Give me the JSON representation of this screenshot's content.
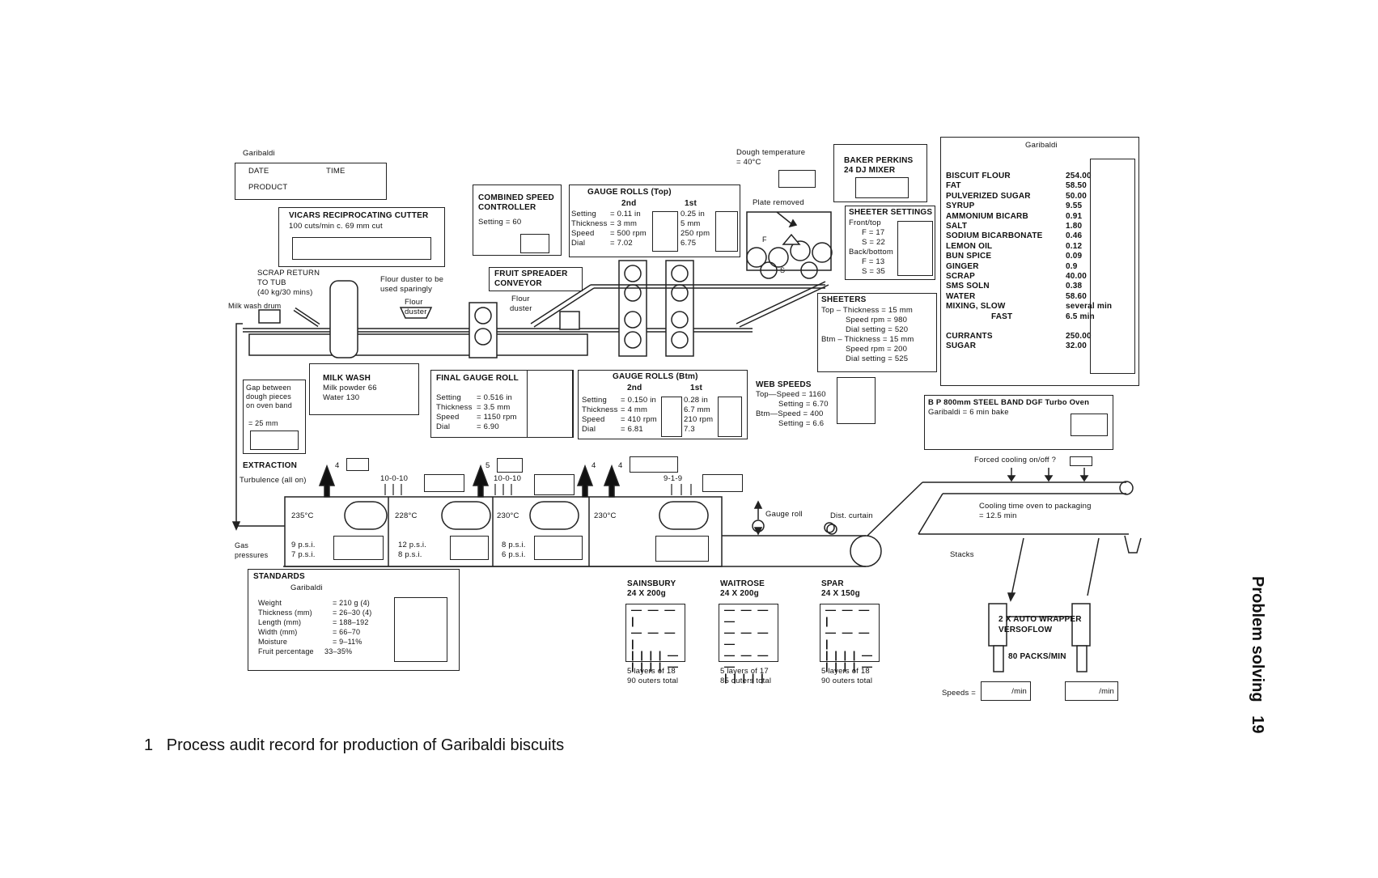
{
  "left_header": {
    "product_name": "Garibaldi",
    "date": "DATE",
    "time": "TIME",
    "product": "PRODUCT"
  },
  "cutter": {
    "title": "VICARS RECIPROCATING CUTTER",
    "sub": "100 cuts/min c. 69 mm cut"
  },
  "scrap": {
    "l1": "SCRAP RETURN",
    "l2": "TO TUB",
    "l3": "(40 kg/30 mins)"
  },
  "milk_wash_drum": "Milk wash drum",
  "flour_note": {
    "l1": "Flour duster to be",
    "l2": "used sparingly"
  },
  "flour_duster": {
    "l1": "Flour",
    "l2": "duster"
  },
  "flour_duster2": {
    "l1": "Flour",
    "l2": "duster"
  },
  "combined_speed": {
    "l1": "COMBINED SPEED",
    "l2": "CONTROLLER",
    "setting": "Setting = 60"
  },
  "fruit_spreader": {
    "l1": "FRUIT SPREADER",
    "l2": "CONVEYOR"
  },
  "gauge_top": {
    "title": "GAUGE ROLLS (Top)",
    "col2": "2nd",
    "col1": "1st",
    "rows": [
      [
        "Setting",
        "= 0.11 in",
        "0.25 in"
      ],
      [
        "Thickness",
        "= 3 mm",
        "5 mm"
      ],
      [
        "Speed",
        "= 500 rpm",
        "250 rpm"
      ],
      [
        "Dial",
        "= 7.02",
        "6.75"
      ]
    ]
  },
  "dough_temp": {
    "l1": "Dough temperature",
    "l2": "= 40°C"
  },
  "plate_removed": "Plate removed",
  "baker_perkins": {
    "l1": "BAKER PERKINS",
    "l2": "24 DJ MIXER"
  },
  "sheeter_settings": {
    "title": "SHEETER SETTINGS",
    "l1": "Front/top",
    "l2": "F = 17",
    "l3": "S = 22",
    "l4": "Back/bottom",
    "l5": "F = 13",
    "l6": "S = 35"
  },
  "roll_labels": {
    "f": "F",
    "s": "S"
  },
  "sheeters": {
    "title": "SHEETERS",
    "l1": "Top  – Thickness = 15 mm",
    "l2": "Speed rpm = 980",
    "l3": "Dial setting = 520",
    "l4": "Btm – Thickness = 15 mm",
    "l5": "Speed rpm = 200",
    "l6": "Dial setting = 525"
  },
  "recipe": {
    "title": "Garibaldi",
    "items": [
      [
        "BISCUIT FLOUR",
        "254.00"
      ],
      [
        "FAT",
        "58.50"
      ],
      [
        "PULVERIZED SUGAR",
        "50.00"
      ],
      [
        "SYRUP",
        "9.55"
      ],
      [
        "AMMONIUM BICARB",
        "0.91"
      ],
      [
        "SALT",
        "1.80"
      ],
      [
        "SODIUM BICARBONATE",
        "0.46"
      ],
      [
        "LEMON OIL",
        "0.12"
      ],
      [
        "BUN SPICE",
        "0.09"
      ],
      [
        "GINGER",
        "0.9"
      ],
      [
        "SCRAP",
        "40.00"
      ],
      [
        "SMS SOLN",
        "0.38"
      ],
      [
        "WATER",
        "58.60"
      ],
      [
        "MIXING, SLOW",
        "several min"
      ],
      [
        "FAST",
        "6.5 min"
      ]
    ],
    "items2": [
      [
        "CURRANTS",
        "250.00"
      ],
      [
        "SUGAR",
        "32.00"
      ]
    ]
  },
  "gap": {
    "l1": "Gap between",
    "l2": "dough pieces",
    "l3": "on oven band",
    "l4": "= 25 mm"
  },
  "milk_wash": {
    "title": "MILK WASH",
    "l1": "Milk powder 66",
    "l2": "Water 130"
  },
  "final_gauge": {
    "title": "FINAL GAUGE ROLL",
    "rows": [
      [
        "Setting",
        "= 0.516 in"
      ],
      [
        "Thickness",
        "= 3.5 mm"
      ],
      [
        "Speed",
        "= 1150 rpm"
      ],
      [
        "Dial",
        "= 6.90"
      ]
    ]
  },
  "gauge_btm": {
    "title": "GAUGE ROLLS (Btm)",
    "col2": "2nd",
    "col1": "1st",
    "rows": [
      [
        "Setting",
        "= 0.150 in",
        "0.28 in"
      ],
      [
        "Thickness",
        "= 4 mm",
        "6.7 mm"
      ],
      [
        "Speed",
        "= 410 rpm",
        "210 rpm"
      ],
      [
        "Dial",
        "= 6.81",
        "7.3"
      ]
    ]
  },
  "web_speeds": {
    "title": "WEB SPEEDS",
    "l1": "Top—Speed = 1160",
    "l2": "Setting = 6.70",
    "l3": "Btm—Speed = 400",
    "l4": "Setting = 6.6"
  },
  "oven": {
    "l1": "B P 800mm STEEL BAND DGF Turbo Oven",
    "l2": "Garibaldi = 6 min bake"
  },
  "forced_cooling": "Forced cooling on/off ?",
  "extraction": {
    "l1": "EXTRACTION",
    "l2": "Turbulence (all on)"
  },
  "arrow_nums": {
    "a": "4",
    "b": "5",
    "c": "4",
    "d": "4"
  },
  "turb": {
    "a": "10-0-10",
    "b": "10-0-10",
    "c": "9-1-9"
  },
  "zones": [
    {
      "temp": "235°C",
      "p1": "9 p.s.i.",
      "p2": "7 p.s.i."
    },
    {
      "temp": "228°C",
      "p1": "12 p.s.i.",
      "p2": "8 p.s.i."
    },
    {
      "temp": "230°C",
      "p1": "8 p.s.i.",
      "p2": "6 p.s.i."
    },
    {
      "temp": "230°C",
      "p1": "",
      "p2": ""
    }
  ],
  "gas": {
    "l1": "Gas",
    "l2": "pressures"
  },
  "gauge_roll": "Gauge roll",
  "dist_curtain": "Dist. curtain",
  "cooling_time": {
    "l1": "Cooling time oven to packaging",
    "l2": "= 12.5 min"
  },
  "stacks": "Stacks",
  "standards": {
    "title": "STANDARDS",
    "sub": "Garibaldi",
    "rows": [
      [
        "Weight",
        "= 210 g (4)"
      ],
      [
        "Thickness (mm)",
        "= 26–30 (4)"
      ],
      [
        "Length (mm)",
        "= 188–192"
      ],
      [
        "Width (mm)",
        "= 66–70"
      ],
      [
        "Moisture",
        "= 9–11%"
      ],
      [
        "Fruit percentage",
        "33–35%"
      ]
    ]
  },
  "packs": [
    {
      "name": "SAINSBURY",
      "size": "24 X 200g",
      "l1": "5 layers of 18",
      "l2": "90 outers total"
    },
    {
      "name": "WAITROSE",
      "size": "24 X 200g",
      "l1": "5 layers of 17",
      "l2": "85 outers total"
    },
    {
      "name": "SPAR",
      "size": "24 X 150g",
      "l1": "5 layers of 18",
      "l2": "90 outers total"
    }
  ],
  "wrapper": {
    "l1": "2 X AUTO WRAPPER",
    "l2": "VERSOFLOW",
    "l3": "80 PACKS/MIN"
  },
  "speeds": {
    "label": "Speeds =",
    "u1": "/min",
    "u2": "/min"
  },
  "caption": {
    "num": "1",
    "text": "Process audit record for production of Garibaldi biscuits"
  },
  "side": {
    "text": "Problem solving",
    "page": "19"
  }
}
